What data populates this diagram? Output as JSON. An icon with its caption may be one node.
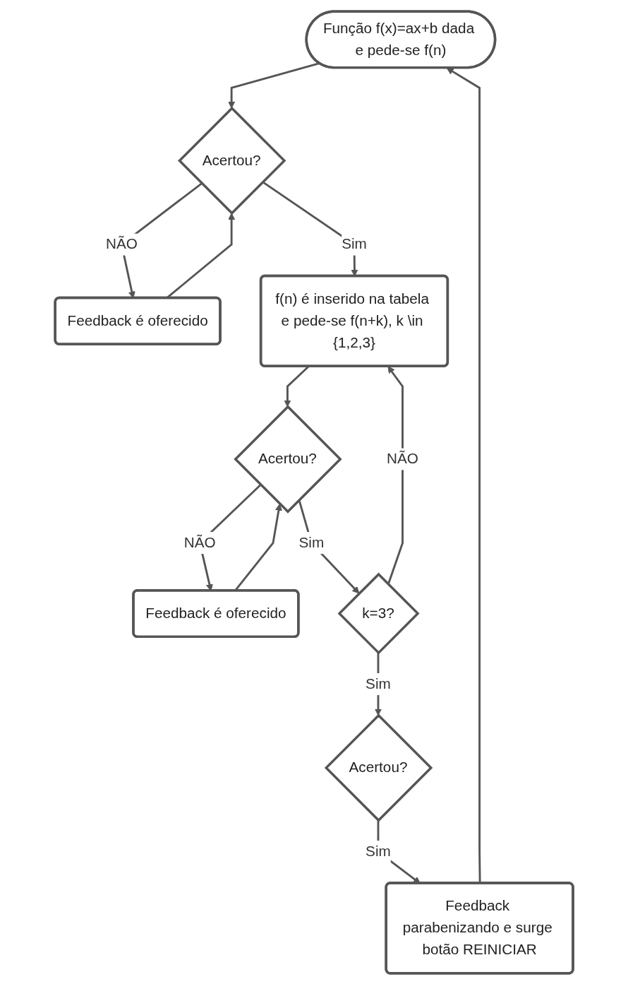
{
  "diagram": {
    "nodes": [
      {
        "text": [
          "Função f(x)=ax+b dada e pede-se f(n)"
        ]
      },
      {
        "text": [
          "Acertou?"
        ]
      },
      {
        "text": [
          "Feedback é oferecido"
        ]
      },
      {
        "text": [
          "f(n) é inserido na tabela e pede-se f(n+k), k \\in {1,2,3}"
        ]
      },
      {
        "text": [
          "Feedback é oferecido"
        ]
      },
      {
        "text": [
          "Acertou?"
        ]
      },
      {
        "text": [
          "k=3?"
        ]
      },
      {
        "text": [
          "Acertou?"
        ]
      },
      {
        "text": [
          "Feedback parabenizando e surge botão REINICIAR"
        ]
      }
    ],
    "edges": [
      {
        "from": 0,
        "to": 1,
        "arrow": "to"
      },
      {
        "from": 1,
        "to": 2,
        "arrow": "to",
        "label": "NÃO"
      },
      {
        "from": 2,
        "to": 1,
        "arrow": "to"
      },
      {
        "from": 1,
        "to": 3,
        "arrow": "to",
        "label": "Sim"
      },
      {
        "from": 3,
        "to": 5,
        "arrow": "to"
      },
      {
        "from": 5,
        "to": 4,
        "arrow": "to",
        "label": "NÃO"
      },
      {
        "from": 4,
        "to": 5,
        "arrow": "to"
      },
      {
        "from": 5,
        "to": 6,
        "arrow": "to",
        "label": "Sim"
      },
      {
        "from": 6,
        "to": 3,
        "arrow": "to",
        "label": "NÃO"
      },
      {
        "from": 6,
        "to": 7,
        "arrow": "to",
        "label": "Sim"
      },
      {
        "from": 7,
        "to": 8,
        "arrow": "to",
        "label": "Sim"
      },
      {
        "from": 8,
        "to": 0,
        "arrow": "to"
      }
    ]
  }
}
